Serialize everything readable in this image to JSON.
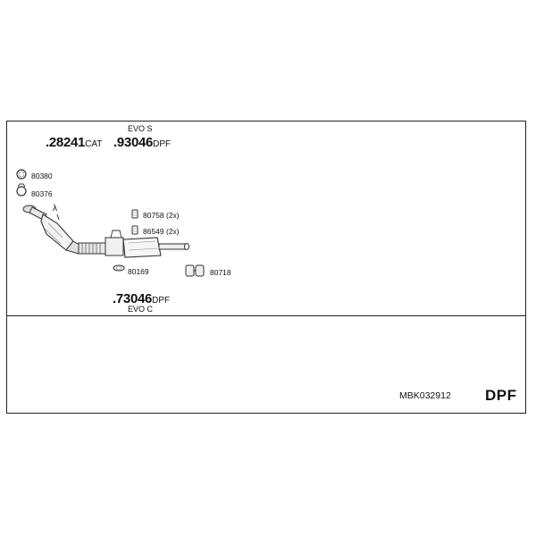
{
  "parts": {
    "top_left": {
      "number": ".28241",
      "suffix": "CAT"
    },
    "top_right": {
      "variant": "EVO S",
      "number": ".93046",
      "suffix": "DPF"
    },
    "bottom": {
      "number": ".73046",
      "suffix": "DPF",
      "variant": "EVO C"
    }
  },
  "small_parts": {
    "p80380": "80380",
    "p80376": "80376",
    "p80758": "80758 (2x)",
    "p86549": "86549 (2x)",
    "p80169": "80169",
    "p80718": "80718"
  },
  "lambda_symbol": "λ",
  "footer": {
    "kit_number": "MBK032912",
    "type_label": "DPF"
  }
}
